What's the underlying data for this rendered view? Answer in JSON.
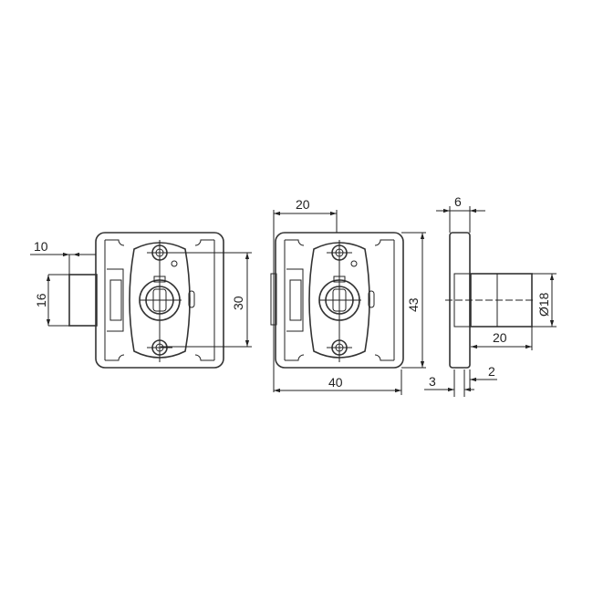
{
  "views": {
    "front_left": {
      "latch_offset": "10",
      "latch_height": "16",
      "screw_spacing": "30"
    },
    "front_center": {
      "half_width": "20",
      "height": "43",
      "width": "40"
    },
    "side": {
      "flange_thickness": "6",
      "cylinder_diameter": "Ø18",
      "cylinder_length": "20",
      "offset_a": "3",
      "offset_b": "2"
    }
  }
}
